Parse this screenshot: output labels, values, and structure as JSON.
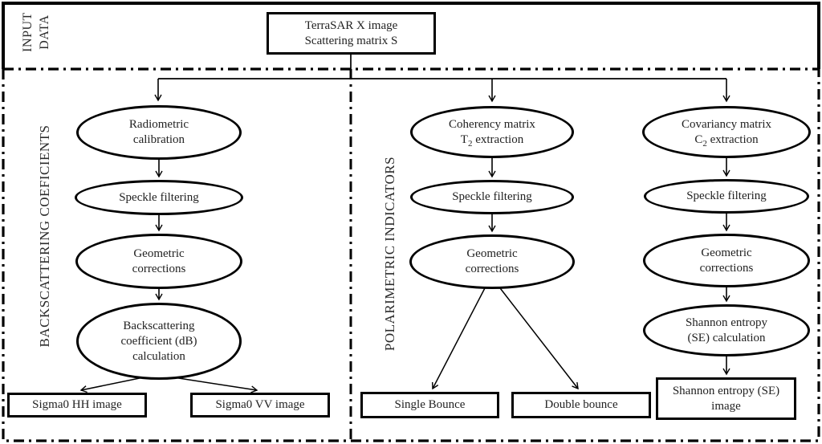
{
  "colors": {
    "stroke": "#000000",
    "background": "#ffffff",
    "text": "#222222"
  },
  "sections": {
    "input_data": {
      "line1": "INPUT",
      "line2": "DATA"
    },
    "left_label": "BACKSCATTERING COEFICIENTS",
    "middle_label": "POLARIMETRIC INDICATORS"
  },
  "title_box": {
    "line1": "TerraSAR X image",
    "line2": "Scattering matrix S"
  },
  "left_column": {
    "radiometric": {
      "line1": "Radiometric",
      "line2": "calibration"
    },
    "speckle": "Speckle filtering",
    "geometric": {
      "line1": "Geometric",
      "line2": "corrections"
    },
    "backscatter": {
      "line1": "Backscattering",
      "line2": "coefficient (dB)",
      "line3": "calculation"
    },
    "output_hh": "Sigma0 HH image",
    "output_vv": "Sigma0 VV image"
  },
  "middle_column": {
    "coherency": {
      "line1": "Coherency matrix",
      "line2_prefix": "T",
      "line2_sub": "2",
      "line2_suffix": " extraction"
    },
    "speckle": "Speckle filtering",
    "geometric": {
      "line1": "Geometric",
      "line2": "corrections"
    },
    "output_single": "Single Bounce",
    "output_double": "Double bounce"
  },
  "right_column": {
    "covariancy": {
      "line1": "Covariancy matrix",
      "line2_prefix": "C",
      "line2_sub": "2",
      "line2_suffix": " extraction"
    },
    "speckle": "Speckle filtering",
    "geometric": {
      "line1": "Geometric",
      "line2": "corrections"
    },
    "shannon_calc": {
      "line1": "Shannon entropy",
      "line2": "(SE) calculation"
    },
    "output_shannon": {
      "line1": "Shannon entropy (SE)",
      "line2": "image"
    }
  },
  "edges": [
    {
      "from": "terrasar-input-box",
      "to": "radiometric-calibration"
    },
    {
      "from": "terrasar-input-box",
      "to": "coherency-matrix-extraction"
    },
    {
      "from": "terrasar-input-box",
      "to": "covariancy-matrix-extraction"
    },
    {
      "from": "radiometric-calibration",
      "to": "speckle-filtering-left"
    },
    {
      "from": "speckle-filtering-left",
      "to": "geometric-corrections-left"
    },
    {
      "from": "geometric-corrections-left",
      "to": "backscattering-coefficient-calculation"
    },
    {
      "from": "backscattering-coefficient-calculation",
      "to": "sigma0-hh-image"
    },
    {
      "from": "backscattering-coefficient-calculation",
      "to": "sigma0-vv-image"
    },
    {
      "from": "coherency-matrix-extraction",
      "to": "speckle-filtering-middle"
    },
    {
      "from": "speckle-filtering-middle",
      "to": "geometric-corrections-middle"
    },
    {
      "from": "geometric-corrections-middle",
      "to": "single-bounce"
    },
    {
      "from": "geometric-corrections-middle",
      "to": "double-bounce"
    },
    {
      "from": "covariancy-matrix-extraction",
      "to": "speckle-filtering-right"
    },
    {
      "from": "speckle-filtering-right",
      "to": "geometric-corrections-right"
    },
    {
      "from": "geometric-corrections-right",
      "to": "shannon-entropy-calculation"
    },
    {
      "from": "shannon-entropy-calculation",
      "to": "shannon-entropy-image"
    }
  ]
}
